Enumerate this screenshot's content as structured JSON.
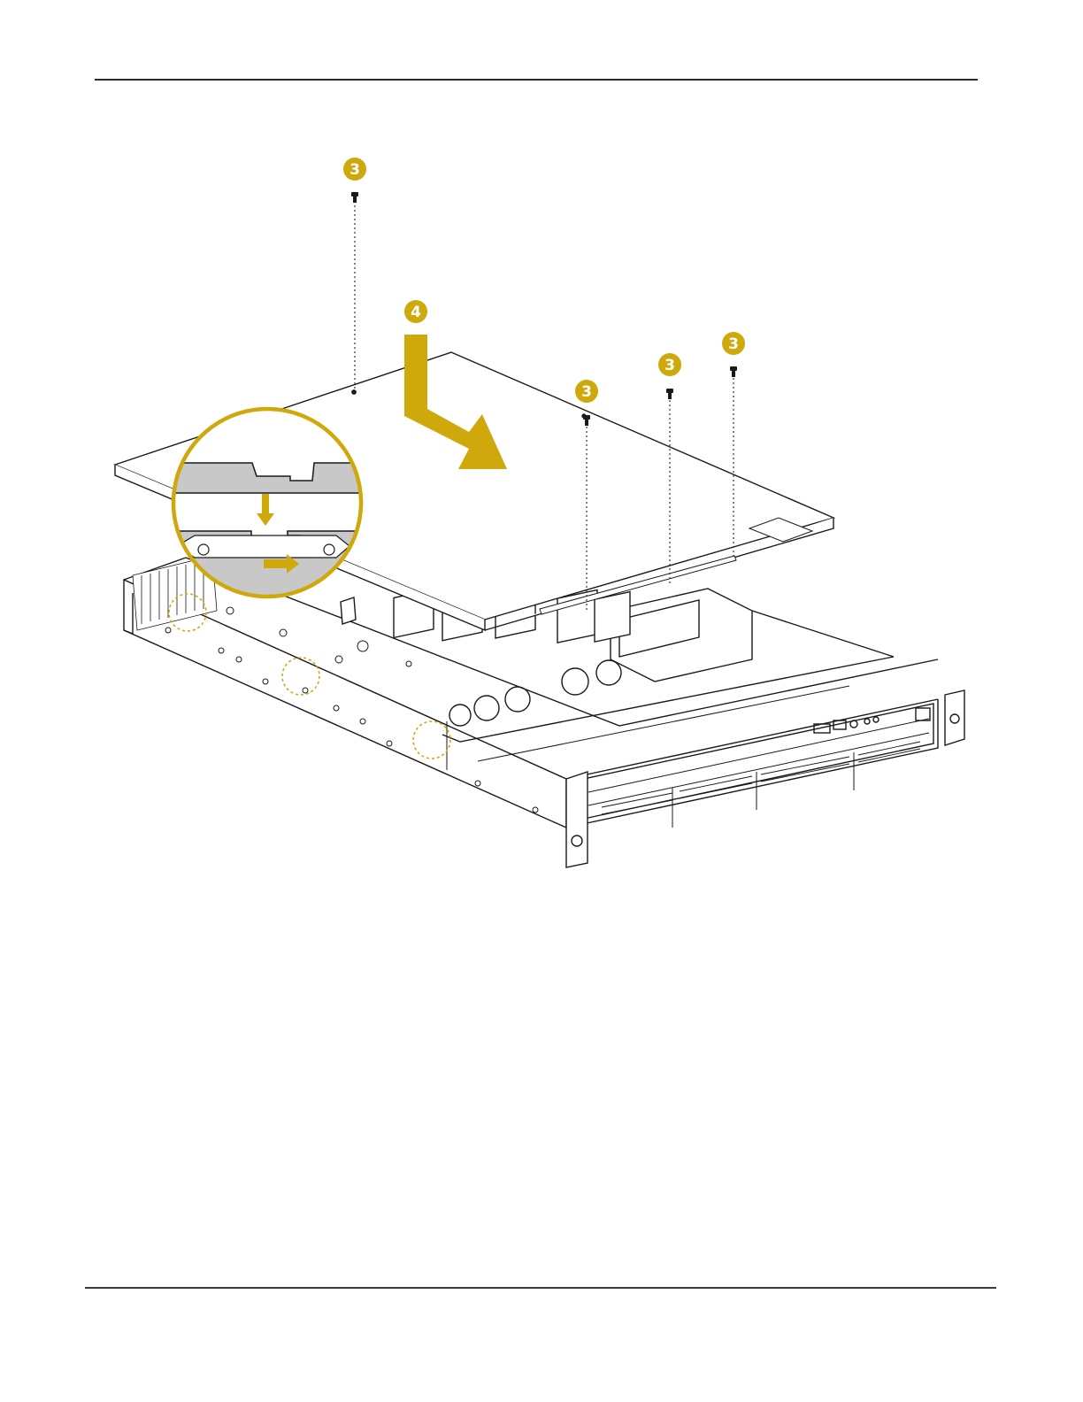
{
  "colors": {
    "accent": "#cfa80c",
    "line": "#1a1a1a",
    "inset_fill": "#c8c8c8"
  },
  "callouts": [
    {
      "id": "screw-a",
      "label": "3"
    },
    {
      "id": "slide",
      "label": "4"
    },
    {
      "id": "screw-b",
      "label": "3"
    },
    {
      "id": "screw-c",
      "label": "3"
    },
    {
      "id": "screw-d",
      "label": "3"
    }
  ],
  "icons": [
    "screw-icon",
    "slide-arrow-icon",
    "detail-magnifier-icon",
    "down-arrow-icon",
    "right-arrow-icon"
  ]
}
